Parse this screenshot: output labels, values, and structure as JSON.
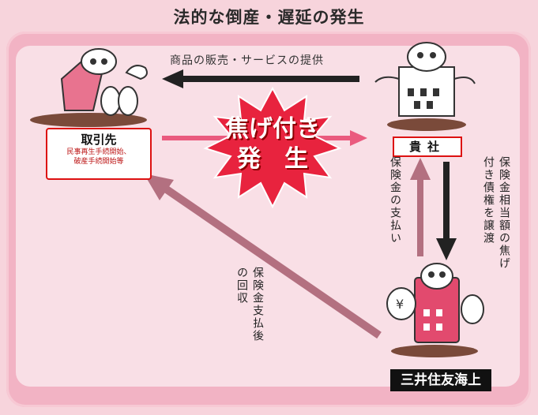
{
  "title": "法的な倒産・遅延の発生",
  "arrow_top_label": "商品の販売・サービスの提供",
  "burst": {
    "line1": "焦げ付き",
    "line2": "発　生"
  },
  "client": {
    "name": "取引先",
    "note1": "民事再生手続開始、",
    "note2": "破産手続開始等"
  },
  "company": {
    "name": "貴社"
  },
  "insurer": {
    "name": "三井住友海上"
  },
  "label_payment": "保険金の支払い",
  "label_transfer": "保険金相当額の焦げ付き債権を譲渡",
  "label_recovery": "保険金支払後の回収"
}
